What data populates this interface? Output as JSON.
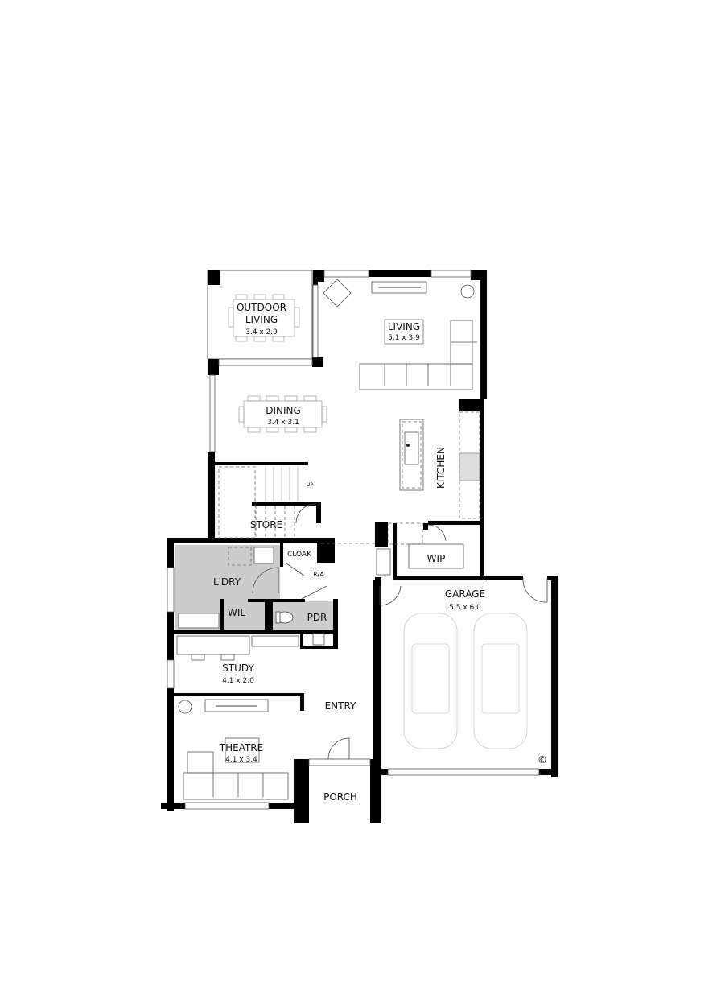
{
  "plan": {
    "type": "floor-plan",
    "colors": {
      "wall": "#000000",
      "wet_area": "#cccccc",
      "background": "#ffffff",
      "furniture": "#555555",
      "car": "#cccccc"
    },
    "rooms": {
      "outdoor_living": {
        "name_line1": "OUTDOOR",
        "name_line2": "LIVING",
        "size": "3.4 x 2.9"
      },
      "living": {
        "name": "LIVING",
        "size": "5.1 x 3.9"
      },
      "dining": {
        "name": "DINING",
        "size": "3.4 x 3.1"
      },
      "kitchen": {
        "name": "KITCHEN"
      },
      "store": {
        "name": "STORE"
      },
      "stairs": {
        "label": "UP"
      },
      "cloak": {
        "name": "CLOAK"
      },
      "ra": {
        "name": "R/A"
      },
      "laundry": {
        "name": "L'DRY"
      },
      "wil": {
        "name": "WIL"
      },
      "pdr": {
        "name": "PDR"
      },
      "wip": {
        "name": "WIP"
      },
      "garage": {
        "name": "GARAGE",
        "size": "5.5 x 6.0"
      },
      "study": {
        "name": "STUDY",
        "size": "4.1 x 2.0"
      },
      "entry": {
        "name": "ENTRY"
      },
      "theatre": {
        "name": "THEATRE",
        "size": "4.1 x 3.4"
      },
      "porch": {
        "name": "PORCH"
      }
    },
    "copyright": "©"
  }
}
